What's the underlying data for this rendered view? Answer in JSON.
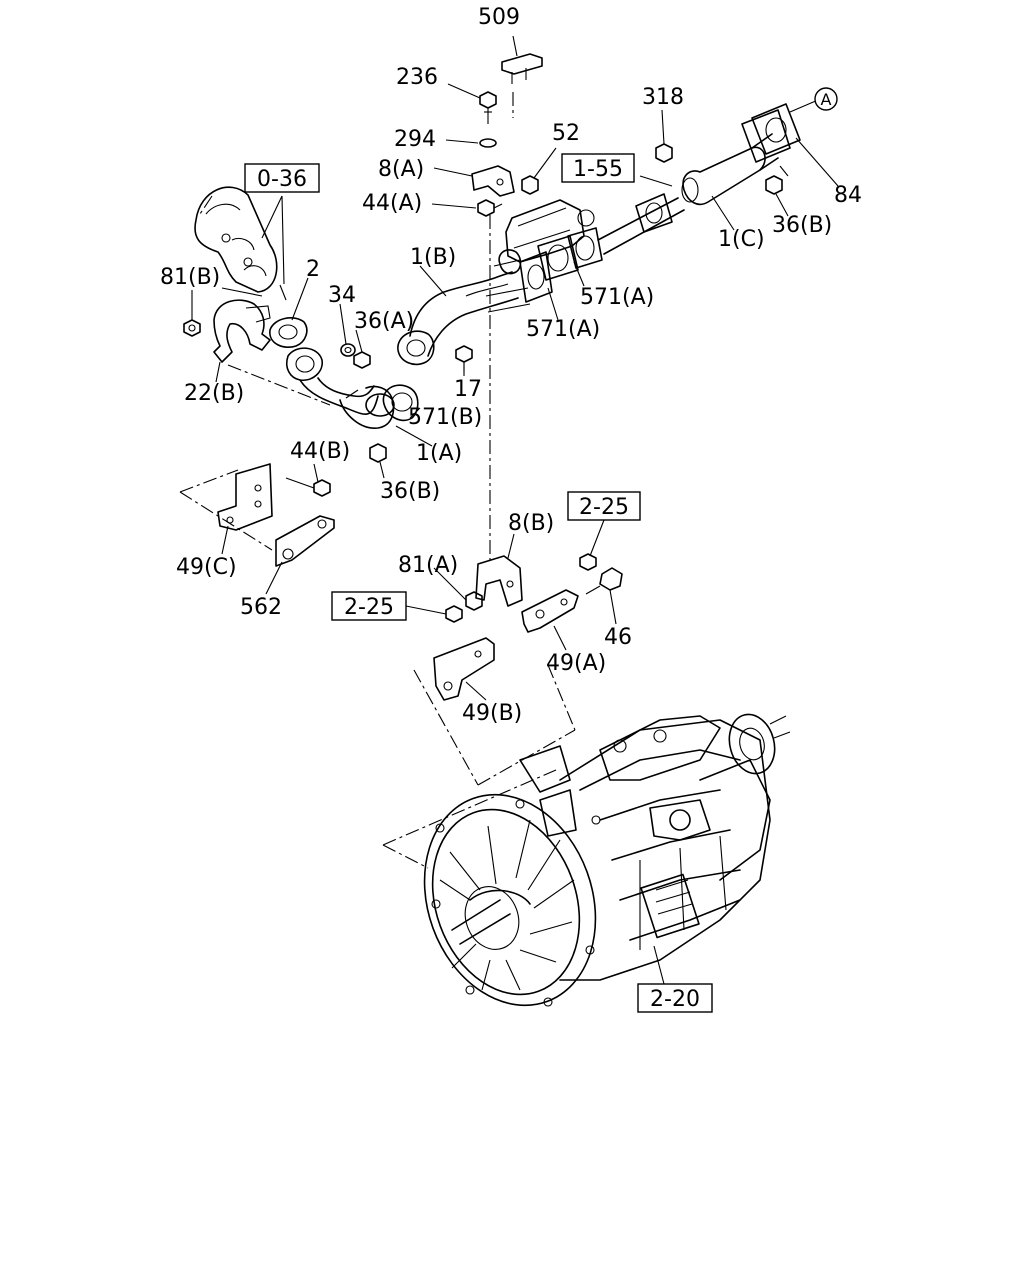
{
  "callouts": [
    {
      "id": "509",
      "text": "509"
    },
    {
      "id": "236",
      "text": "236"
    },
    {
      "id": "294",
      "text": "294"
    },
    {
      "id": "8a",
      "text": "8(A)"
    },
    {
      "id": "52",
      "text": "52"
    },
    {
      "id": "44a",
      "text": "44(A)"
    },
    {
      "id": "318",
      "text": "318"
    },
    {
      "id": "84",
      "text": "84"
    },
    {
      "id": "1c",
      "text": "1(C)"
    },
    {
      "id": "36b-top",
      "text": "36(B)"
    },
    {
      "id": "1b",
      "text": "1(B)"
    },
    {
      "id": "571a-1",
      "text": "571(A)"
    },
    {
      "id": "571a-2",
      "text": "571(A)"
    },
    {
      "id": "81b",
      "text": "81(B)"
    },
    {
      "id": "2",
      "text": "2"
    },
    {
      "id": "34",
      "text": "34"
    },
    {
      "id": "36a",
      "text": "36(A)"
    },
    {
      "id": "17",
      "text": "17"
    },
    {
      "id": "22b",
      "text": "22(B)"
    },
    {
      "id": "571b",
      "text": "571(B)"
    },
    {
      "id": "1a",
      "text": "1(A)"
    },
    {
      "id": "36b-mid",
      "text": "36(B)"
    },
    {
      "id": "44b",
      "text": "44(B)"
    },
    {
      "id": "49c",
      "text": "49(C)"
    },
    {
      "id": "562",
      "text": "562"
    },
    {
      "id": "8b",
      "text": "8(B)"
    },
    {
      "id": "81a",
      "text": "81(A)"
    },
    {
      "id": "46",
      "text": "46"
    },
    {
      "id": "49a",
      "text": "49(A)"
    },
    {
      "id": "49b",
      "text": "49(B)"
    }
  ],
  "references": [
    {
      "id": "ref-0-36",
      "text": "0-36"
    },
    {
      "id": "ref-1-55",
      "text": "1-55"
    },
    {
      "id": "ref-2-25a",
      "text": "2-25"
    },
    {
      "id": "ref-2-25b",
      "text": "2-25"
    },
    {
      "id": "ref-2-20",
      "text": "2-20"
    }
  ],
  "circle_marker": "A"
}
